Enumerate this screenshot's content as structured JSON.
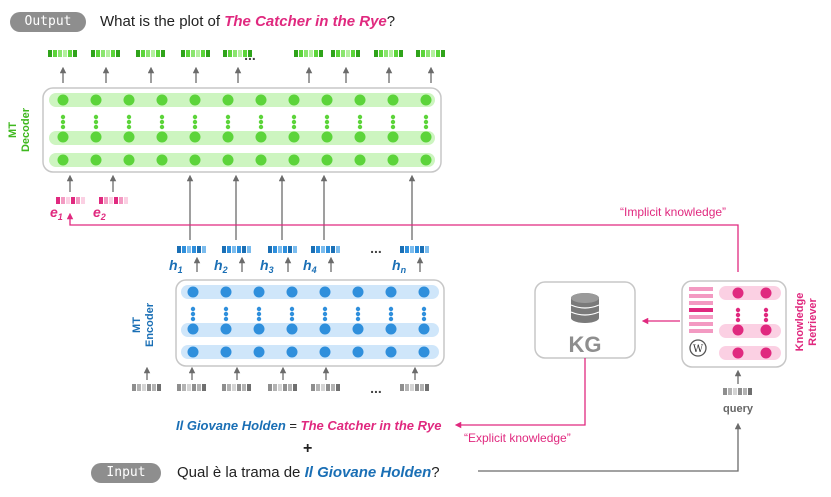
{
  "output": {
    "badge": "Output",
    "question_prefix": "What is the plot of ",
    "question_title": "The Catcher in the Rye",
    "question_suffix": "?"
  },
  "input": {
    "badge": "Input",
    "question_prefix": "Qual è la trama de ",
    "question_title": "Il Giovane Holden",
    "question_suffix": "?"
  },
  "decoder": {
    "label_line1": "MT",
    "label_line2": "Decoder"
  },
  "encoder": {
    "label_line1": "MT",
    "label_line2": "Encoder"
  },
  "retriever": {
    "label_line1": "Knowledge",
    "label_line2": "Retriever",
    "query_label": "query"
  },
  "kg": {
    "label": "KG"
  },
  "entity_embeddings": [
    {
      "base": "e",
      "sub": "1"
    },
    {
      "base": "e",
      "sub": "2"
    }
  ],
  "hidden_states": [
    {
      "base": "h",
      "sub": "1"
    },
    {
      "base": "h",
      "sub": "2"
    },
    {
      "base": "h",
      "sub": "3"
    },
    {
      "base": "h",
      "sub": "4"
    },
    {
      "base": "h",
      "sub": "n"
    }
  ],
  "ellipsis": "...",
  "implicit_knowledge": "“Implicit knowledge”",
  "explicit_knowledge": "“Explicit knowledge”",
  "translation_pair": {
    "source": "Il Giovane Holden",
    "equals": " = ",
    "target": "The Catcher in the Rye"
  },
  "plus": "+",
  "colors": {
    "decoder_green": "#5cd43a",
    "encoder_blue": "#2f8fdc",
    "knowledge_pink": "#e0297f",
    "gray": "#8e8e8e"
  }
}
